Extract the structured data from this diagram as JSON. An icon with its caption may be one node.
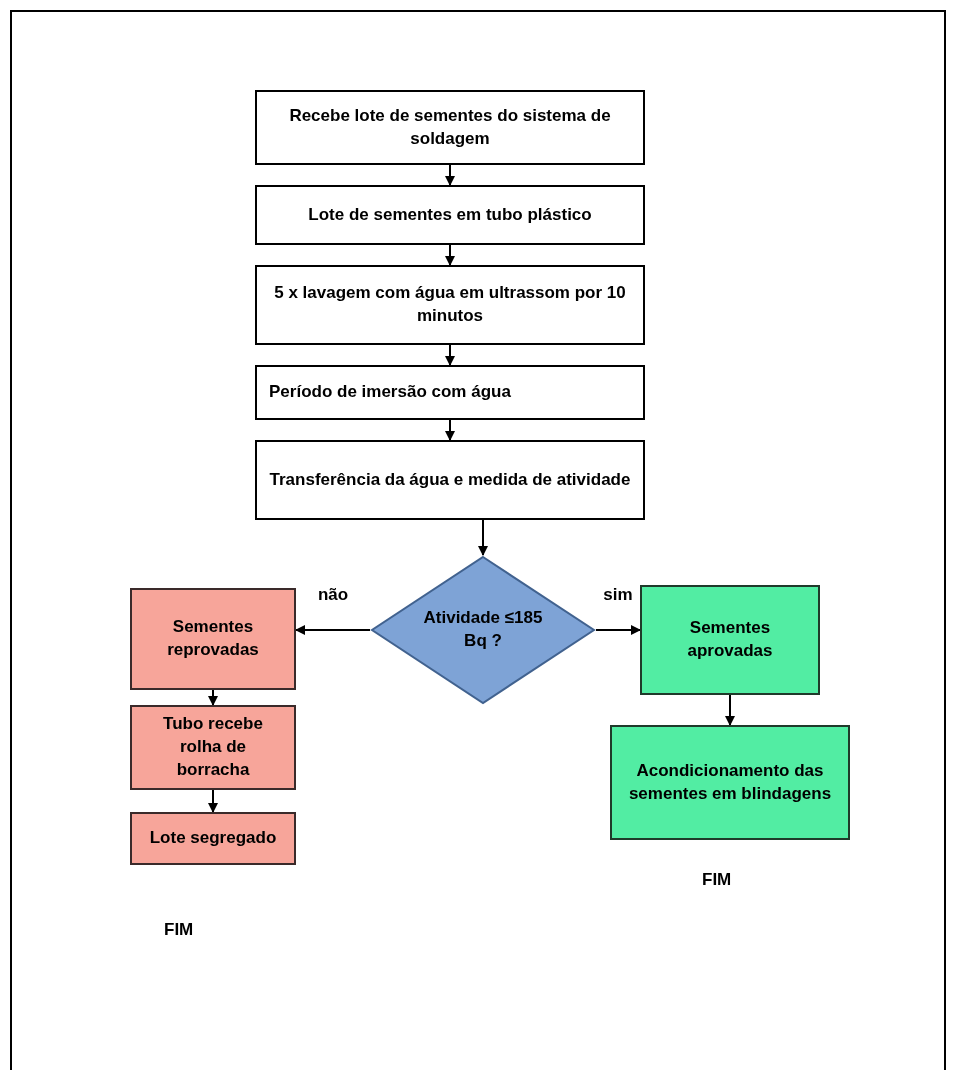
{
  "diagram": {
    "nodes": [
      {
        "text": [
          "Recebe lote de sementes do sistema de soldagem"
        ]
      },
      {
        "text": [
          "Lote de sementes em tubo plástico"
        ]
      },
      {
        "text": [
          "5 x lavagem com água em ultrassom por 10 minutos"
        ]
      },
      {
        "text": [
          "Período de imersão com água"
        ]
      },
      {
        "text": [
          "Transferência da água e medida de atividade"
        ]
      },
      {
        "text": [
          "Atividade ≤185 Bq ?"
        ]
      },
      {
        "text": [
          "Sementes reprovadas"
        ]
      },
      {
        "text": [
          "Tubo recebe rolha de borracha"
        ]
      },
      {
        "text": [
          "Lote segregado"
        ],
        "beside": [
          "FIM"
        ]
      },
      {
        "text": [
          "Sementes aprovadas"
        ]
      },
      {
        "text": [
          "Acondicionamento das sementes em blindagens"
        ],
        "beside": [
          "FIM"
        ]
      }
    ],
    "edges": [
      {
        "from": 0,
        "to": 1,
        "arrow": "to"
      },
      {
        "from": 1,
        "to": 2,
        "arrow": "to"
      },
      {
        "from": 2,
        "to": 3,
        "arrow": "to"
      },
      {
        "from": 3,
        "to": 4,
        "arrow": "to"
      },
      {
        "from": 4,
        "to": 5,
        "arrow": "to"
      },
      {
        "from": 5,
        "to": 6,
        "arrow": "to",
        "label": "não"
      },
      {
        "from": 5,
        "to": 9,
        "arrow": "to",
        "label": "sim"
      },
      {
        "from": 6,
        "to": 7,
        "arrow": "to"
      },
      {
        "from": 7,
        "to": 8,
        "arrow": "to"
      },
      {
        "from": 9,
        "to": 10,
        "arrow": "to"
      }
    ]
  }
}
